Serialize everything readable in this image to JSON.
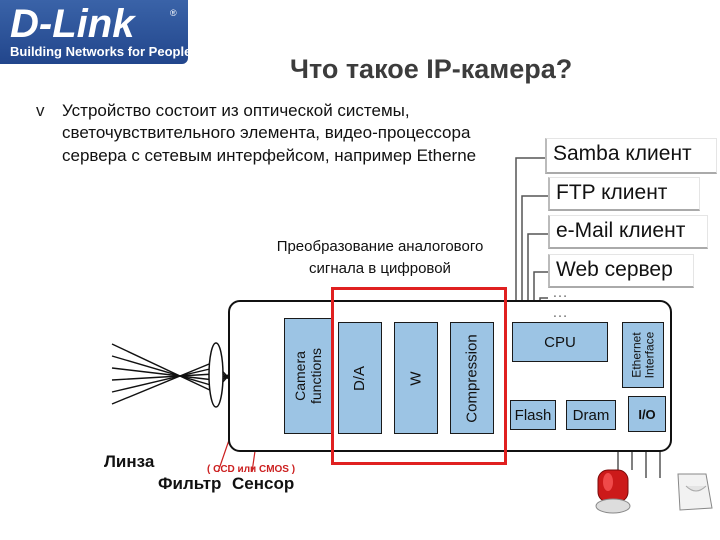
{
  "logo": {
    "brand": "D-Link",
    "registered": "®",
    "tagline": "Building Networks for People"
  },
  "title": "Что такое IP-камера?",
  "intro": {
    "bullet": "v",
    "lines": [
      "Устройство состоит из оптической системы,",
      "светочувствительного элемента, видео-процессора",
      "сервера с сетевым интерфейсом, например Etherne"
    ]
  },
  "services": [
    "Samba клиент",
    "FTP клиент",
    "e-Mail клиент",
    "Web сервер",
    "…",
    "…"
  ],
  "conversion_note": [
    "Преобразование аналогового",
    "сигнала в цифровой"
  ],
  "blocks": {
    "camera_functions": "Camera functions",
    "da": "D/A",
    "w": "W",
    "compression": "Compression",
    "cpu": "CPU",
    "ethernet": "Ethernet Interface",
    "flash": "Flash",
    "dram": "Dram",
    "io": "I/O"
  },
  "optics": {
    "lens": "Линза",
    "filter": "Фильтр",
    "sensor": "Сенсор",
    "sensor_types": "( CCD или CMOS )"
  },
  "colors": {
    "block_fill": "#9cc4e4",
    "highlight": "#e02020",
    "logo_blue": "#2a4f96",
    "siren": "#cc1a1a"
  },
  "icons": [
    "siren-icon",
    "motion-sensor-icon"
  ]
}
